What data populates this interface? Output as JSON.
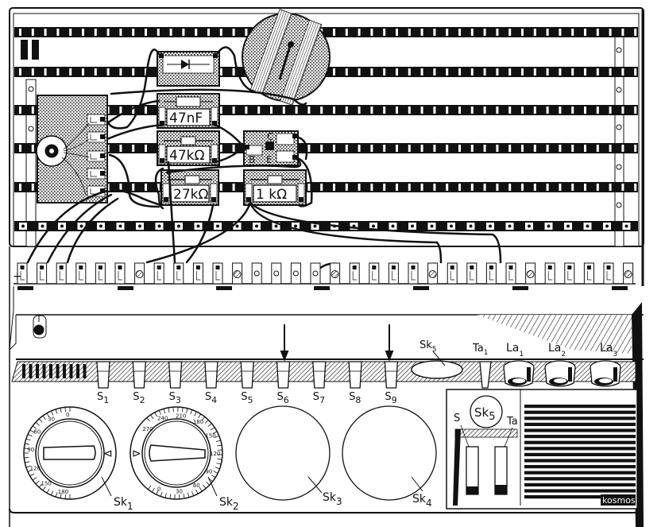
{
  "colors": {
    "ink": "#111111",
    "paper": "#ffffff",
    "stipple": "#555555"
  },
  "modules": {
    "capacitor": {
      "label": "47nF"
    },
    "resistor_1": {
      "label": "47kΩ"
    },
    "resistor_2": {
      "label": "27kΩ"
    },
    "resistor_3": {
      "label": "1 kΩ"
    },
    "transistor": {
      "pin_c": "C",
      "pin_b": "B",
      "pin_e": "E"
    },
    "diode": {
      "icon": "diode-symbol-icon"
    },
    "meter": {
      "icon": "meter-dial-icon"
    },
    "rotary_switch": {
      "icon": "rotary-switch-icon"
    }
  },
  "terminal_strip": {
    "plus_label": "+"
  },
  "switches": [
    {
      "base": "S",
      "sub": "1"
    },
    {
      "base": "S",
      "sub": "2"
    },
    {
      "base": "S",
      "sub": "3"
    },
    {
      "base": "S",
      "sub": "4"
    },
    {
      "base": "S",
      "sub": "5"
    },
    {
      "base": "S",
      "sub": "6"
    },
    {
      "base": "S",
      "sub": "7"
    },
    {
      "base": "S",
      "sub": "8"
    },
    {
      "base": "S",
      "sub": "9"
    }
  ],
  "top_row_labels": {
    "sk5": {
      "base": "Sk",
      "sub": "5"
    },
    "ta1": {
      "base": "Ta",
      "sub": "1"
    },
    "la1": {
      "base": "La",
      "sub": "1"
    },
    "la2": {
      "base": "La",
      "sub": "2"
    },
    "la3": {
      "base": "La",
      "sub": "3"
    }
  },
  "dials": [
    {
      "base": "Sk",
      "sub": "1",
      "ticks": [
        "0",
        "30",
        "60",
        "90",
        "120",
        "150",
        "180"
      ]
    },
    {
      "base": "Sk",
      "sub": "2",
      "ticks": [
        "270",
        "240",
        "210",
        "180",
        "150",
        "120",
        "90",
        "60",
        "30",
        "0"
      ]
    },
    {
      "base": "Sk",
      "sub": "3"
    },
    {
      "base": "Sk",
      "sub": "4"
    }
  ],
  "speaker_panel": {
    "sk5": {
      "base": "Sk",
      "sub": "5"
    },
    "s_label": "S",
    "ta_label": "Ta",
    "brand": "kosmos"
  }
}
